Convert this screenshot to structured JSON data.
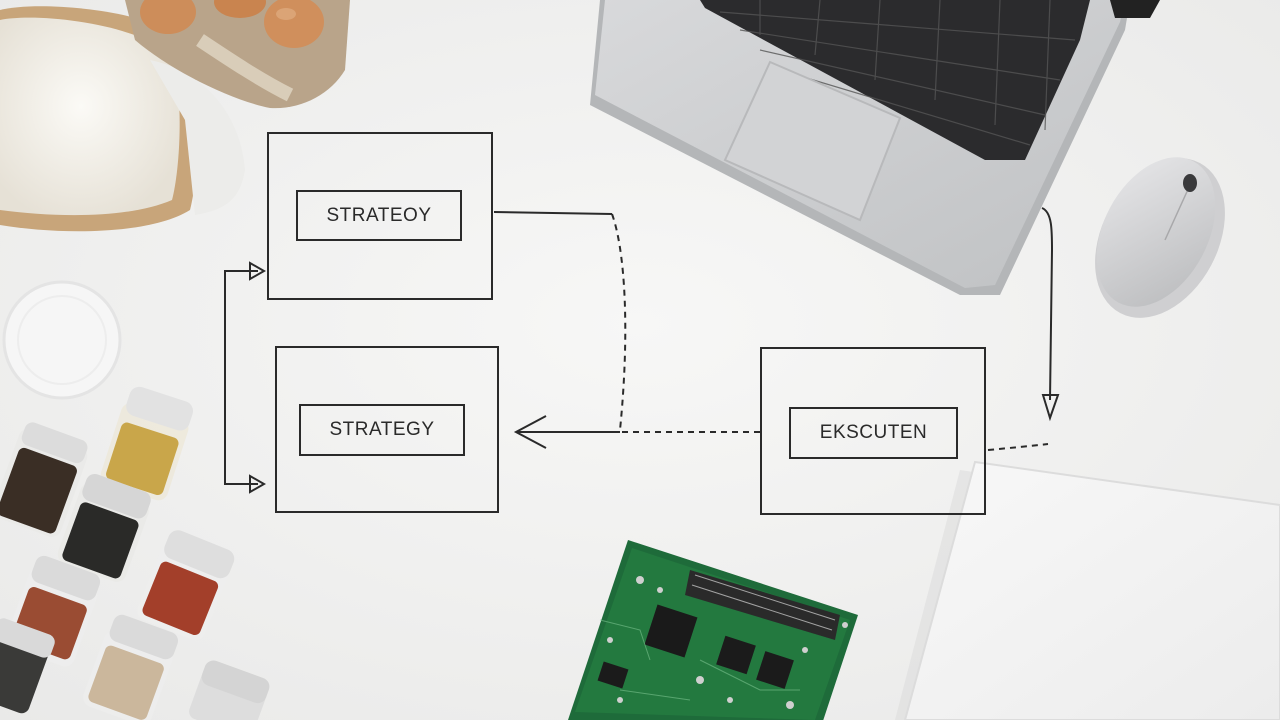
{
  "diagram": {
    "box_top_label": "STRATEOY",
    "box_left_label": "STRATEGY",
    "box_right_label": "EKSCUTEN"
  },
  "objects": {
    "flour_bag": "flour-bag",
    "egg_carton": "egg-carton",
    "laptop": "laptop",
    "mouse": "mouse",
    "spice_jars": "spice-jars",
    "circuit_board": "circuit-board",
    "notepad": "notepad",
    "glass": "glass-bowl"
  },
  "colors": {
    "background": "#f2f2f1",
    "ink": "#2a2a2a",
    "pcb": "#1e6b3a",
    "laptop": "#c9cbcd"
  }
}
